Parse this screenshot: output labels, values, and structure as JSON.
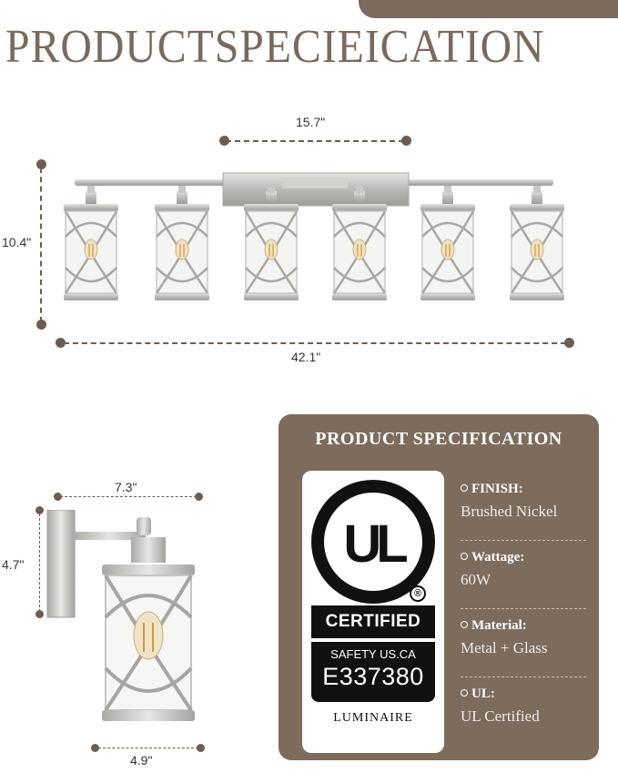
{
  "header": {
    "title": "PRODUCTSPECIEICATION"
  },
  "dimensions": {
    "center_width": "15.7\"",
    "height": "10.4\"",
    "total_width": "42.1\"",
    "single_width": "7.3\"",
    "single_height": "4.7\"",
    "single_base": "4.9\""
  },
  "spec_card": {
    "title": "PRODUCT SPECIFICATION",
    "ul_logo": {
      "mark": "UL",
      "certified": "CERTIFIED",
      "safety": "SAFETY US.CA",
      "number": "E337380",
      "category": "LUMINAIRE"
    },
    "items": [
      {
        "label": "FINISH:",
        "value": "Brushed Nickel"
      },
      {
        "label": "Wattage:",
        "value": "60W"
      },
      {
        "label": "Material:",
        "value": "Metal + Glass"
      },
      {
        "label": "UL:",
        "value": "UL Certified"
      }
    ]
  },
  "colors": {
    "accent": "#7d6b5c",
    "dimension_line": "#6d5d50"
  }
}
